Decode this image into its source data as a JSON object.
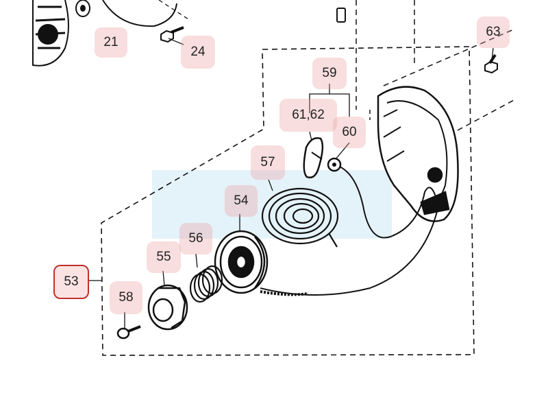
{
  "diagram": {
    "callouts": [
      {
        "id": "21",
        "label": "21",
        "selected": false
      },
      {
        "id": "24",
        "label": "24",
        "selected": false
      },
      {
        "id": "63",
        "label": "63",
        "selected": false
      },
      {
        "id": "59",
        "label": "59",
        "selected": false
      },
      {
        "id": "61_62",
        "label": "61,62",
        "selected": false
      },
      {
        "id": "60",
        "label": "60",
        "selected": false
      },
      {
        "id": "57",
        "label": "57",
        "selected": false
      },
      {
        "id": "54",
        "label": "54",
        "selected": false
      },
      {
        "id": "56",
        "label": "56",
        "selected": false
      },
      {
        "id": "55",
        "label": "55",
        "selected": false
      },
      {
        "id": "53",
        "label": "53",
        "selected": true
      },
      {
        "id": "58",
        "label": "58",
        "selected": false
      }
    ],
    "colors": {
      "badge_fill": "#f3d4d4",
      "selected_border": "#c0302a",
      "line": "#111111",
      "watermark": "#d8ecf6"
    }
  }
}
